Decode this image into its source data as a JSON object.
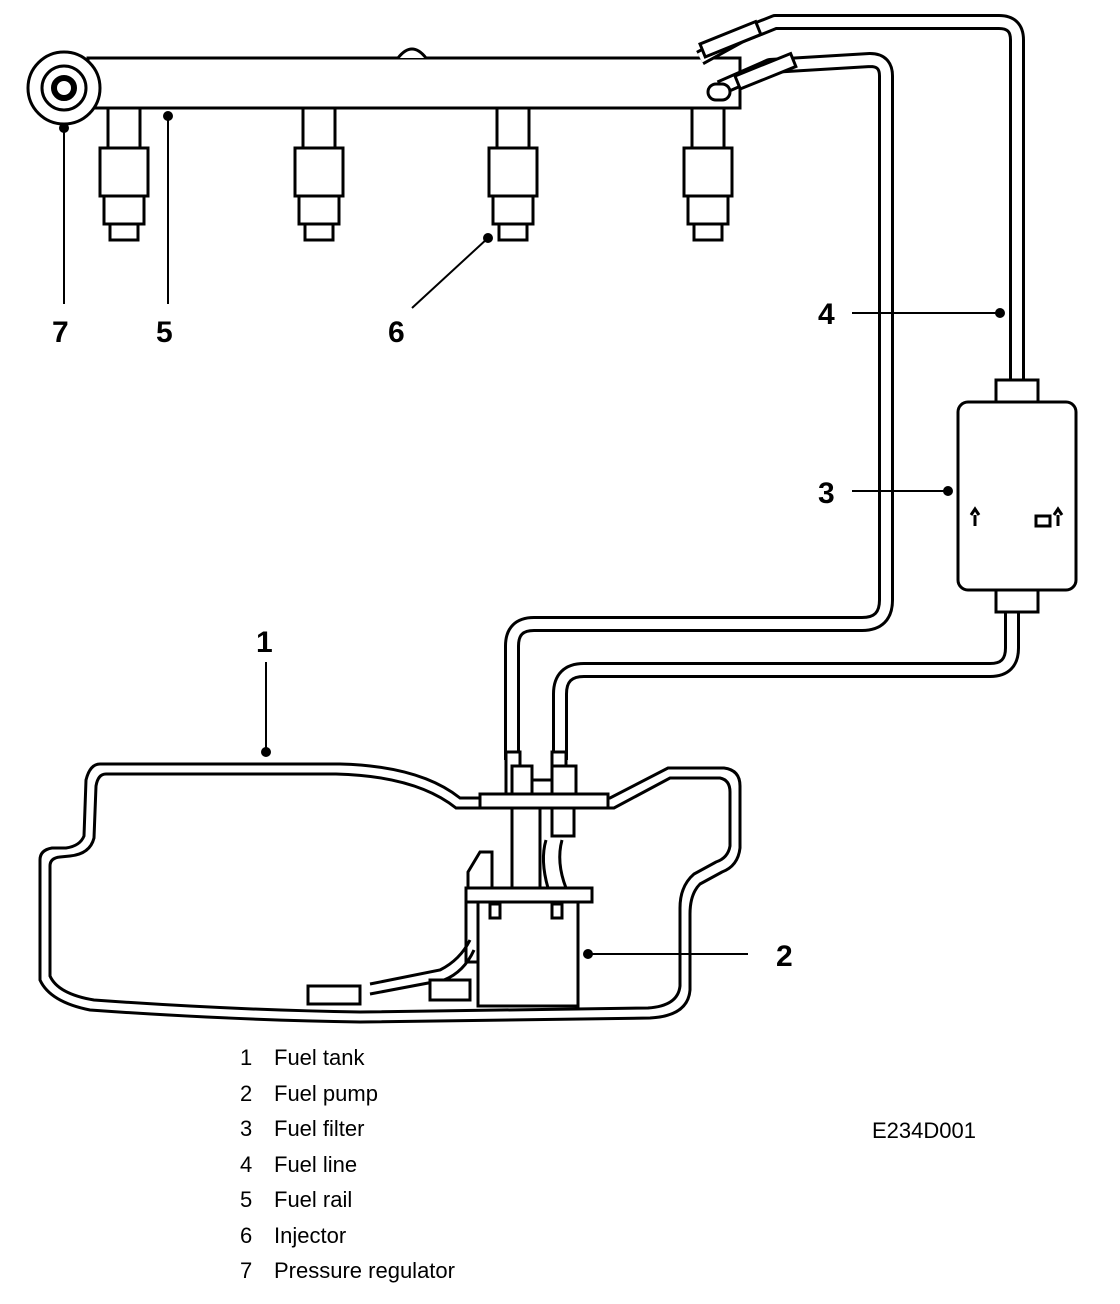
{
  "diagram": {
    "callouts": [
      {
        "id": "1",
        "label": "1"
      },
      {
        "id": "2",
        "label": "2"
      },
      {
        "id": "3",
        "label": "3"
      },
      {
        "id": "4",
        "label": "4"
      },
      {
        "id": "5",
        "label": "5"
      },
      {
        "id": "6",
        "label": "6"
      },
      {
        "id": "7",
        "label": "7"
      }
    ]
  },
  "legend": [
    {
      "num": "1",
      "text": "Fuel tank"
    },
    {
      "num": "2",
      "text": "Fuel pump"
    },
    {
      "num": "3",
      "text": "Fuel filter"
    },
    {
      "num": "4",
      "text": "Fuel line"
    },
    {
      "num": "5",
      "text": "Fuel rail"
    },
    {
      "num": "6",
      "text": "Injector"
    },
    {
      "num": "7",
      "text": "Pressure regulator"
    }
  ],
  "figure_code": "E234D001",
  "colors": {
    "line": "#000000",
    "background": "#ffffff"
  }
}
